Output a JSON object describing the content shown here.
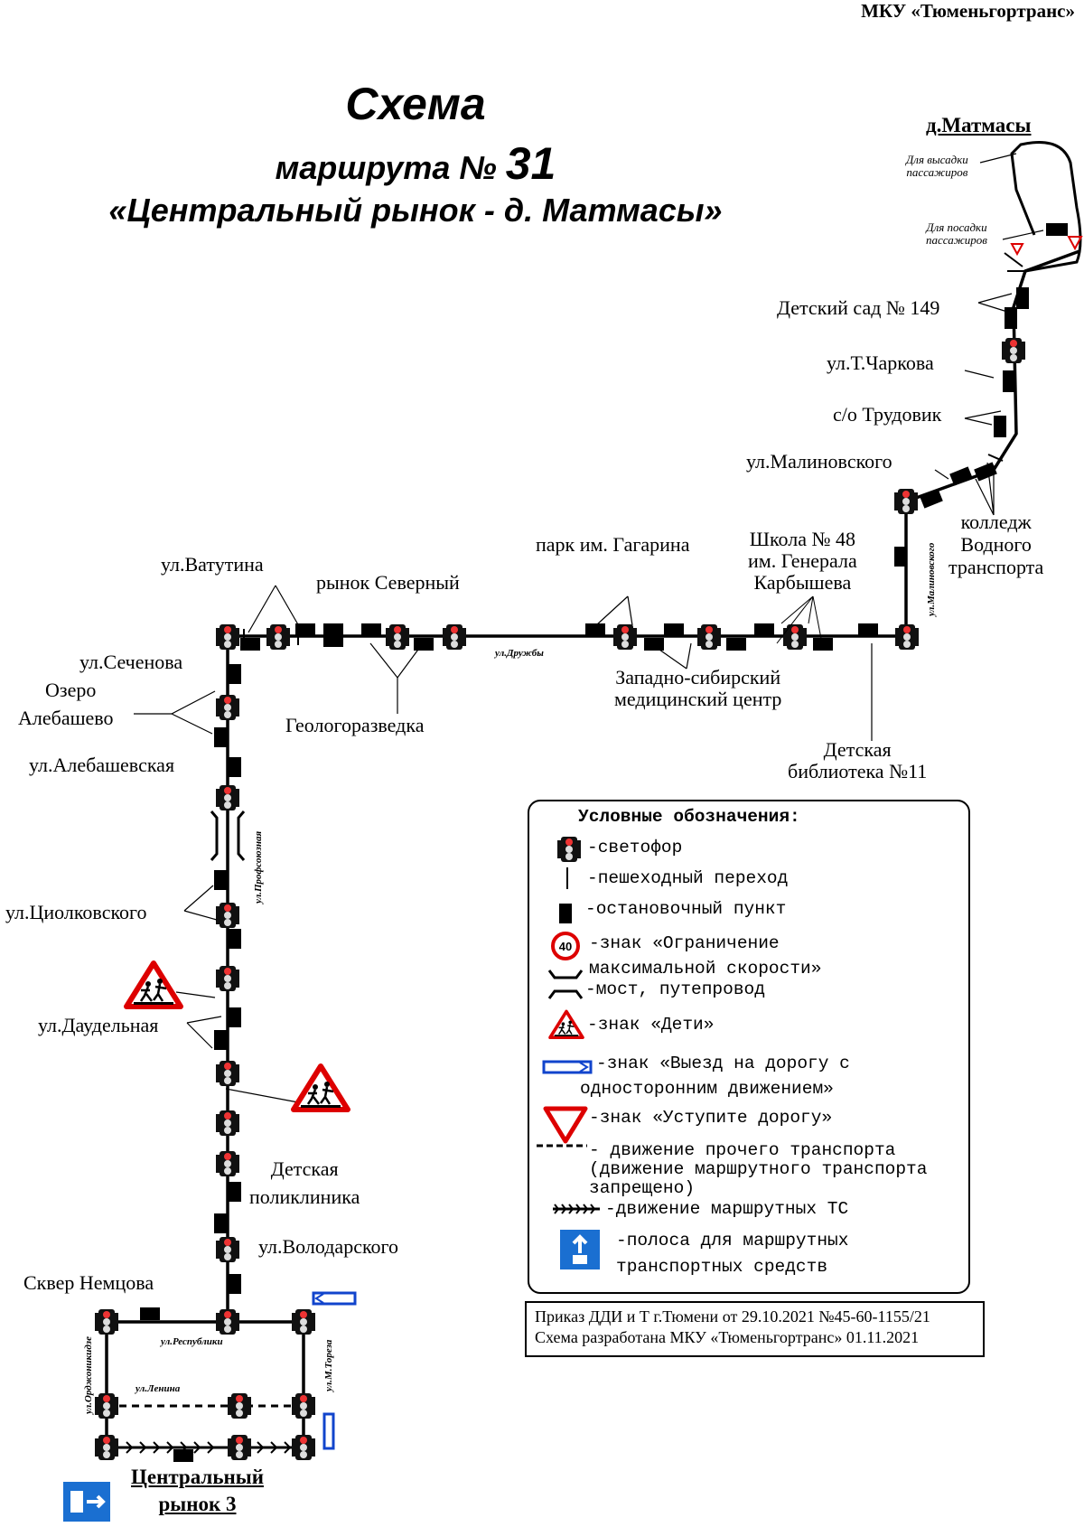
{
  "organization": "МКУ «Тюменьгортранс»",
  "title": {
    "line1": "Схема",
    "line2_prefix": "маршрута №",
    "route_number": "31",
    "line3": "«Центральный рынок - д. Матмасы»"
  },
  "terminal_north": {
    "name": "д.Матмасы",
    "dropoff_note": [
      "Для высадки",
      "пассажиров"
    ],
    "pickup_note": [
      "Для посадки",
      "пассажиров"
    ]
  },
  "terminal_south": {
    "name": [
      "Центральный",
      "рынок 3"
    ]
  },
  "stops": {
    "detsad": "Детский сад № 149",
    "charkova": "ул.Т.Чаркова",
    "trudovik": "с/о Трудовик",
    "malinovskogo": "ул.Малиновского",
    "kolledzh": [
      "колледж",
      "Водного",
      "транспорта"
    ],
    "shkola48": [
      "Школа № 48",
      "им. Генерала",
      "Карбышева"
    ],
    "park": "парк им. Гагарина",
    "vatutina": "ул.Ватутина",
    "severny": "рынок Северный",
    "geologorazvedka": "Геологоразведка",
    "medcenter": [
      "Западно-сибирский",
      "медицинский центр"
    ],
    "biblioteka": [
      "Детская",
      "библиотека №11"
    ],
    "sechenova": "ул.Сеченова",
    "ozero": [
      "Озеро",
      "Алебашево"
    ],
    "alebashevskaya": "ул.Алебашевская",
    "tsiolkovskogo": "ул.Циолковского",
    "daudelnaya": "ул.Даудельная",
    "poliklinika": [
      "Детская",
      "поликлиника"
    ],
    "volodarskogo": "ул.Володарского",
    "skver": "Сквер Немцова"
  },
  "streets": {
    "druzhby": "ул.Дружбы",
    "malinovskogo": "ул.Малиновского",
    "profsoyuznaya": "ул.Профсоюзная",
    "respubliki": "ул.Республики",
    "lenina": "ул.Ленина",
    "ordzhonikidze": "ул.Орджоникидзе",
    "toreza": "ул.М.Тореза"
  },
  "legend": {
    "title": "Условные обозначения:",
    "items": {
      "traffic_light": "-светофор",
      "crossing": "-пешеходный переход",
      "stop": "-остановочный пункт",
      "speed_limit": [
        "-знак «Ограничение",
        "максимальной скорости»"
      ],
      "speed_value": "40",
      "bridge": "-мост, путепровод",
      "children": "-знак «Дети»",
      "one_way": [
        "-знак «Выезд на дорогу с",
        "односторонним движением»"
      ],
      "yield": "-знак «Уступите дорогу»",
      "other_traffic": [
        "- движение прочего транспорта",
        "(движение маршрутного транспорта",
        "запрещено)"
      ],
      "route_traffic": "-движение маршрутных ТС",
      "bus_lane": [
        "-полоса для маршрутных",
        "транспортных средств"
      ]
    }
  },
  "order": {
    "line1": "Приказ ДДИ и Т г.Тюмени от 29.10.2021 №45-60-1155/21",
    "line2": "Схема разработана МКУ «Тюменьгортранс» 01.11.2021"
  }
}
